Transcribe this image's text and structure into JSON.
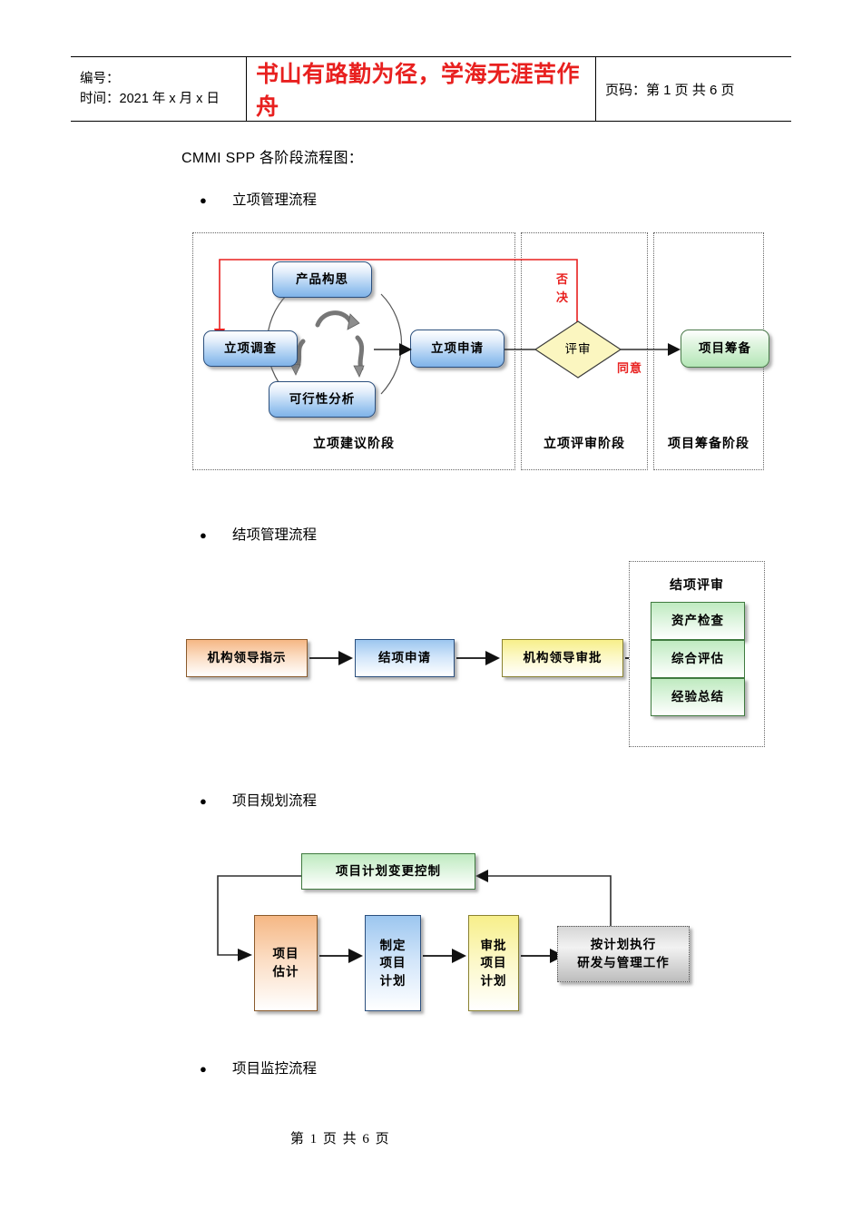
{
  "header": {
    "left_line1": "编号：",
    "left_line2": "时间：2021 年 x 月 x 日",
    "center_slogan": "书山有路勤为径，学海无涯苦作舟",
    "right_page": "页码：第 1 页  共 6 页"
  },
  "intro": "CMMI SPP 各阶段流程图：",
  "bullets": [
    {
      "marker": "●",
      "label": "立项管理流程"
    },
    {
      "marker": "●",
      "label": "结项管理流程"
    },
    {
      "marker": "●",
      "label": "项目规划流程"
    },
    {
      "marker": "●",
      "label": "项目监控流程"
    }
  ],
  "footer": "第 1 页 共 6 页",
  "diagram1": {
    "name": "立项管理流程",
    "nodes": {
      "product_idea": "产品构思",
      "project_survey": "立项调查",
      "feasibility": "可行性分析",
      "project_apply": "立项申请",
      "review": "评审",
      "prepare": "项目筹备"
    },
    "edge_labels": {
      "reject": "否\n决",
      "reject_line1": "否",
      "reject_line2": "决",
      "agree": "同意"
    },
    "stages": [
      "立项建议阶段",
      "立项评审阶段",
      "项目筹备阶段"
    ],
    "colors": {
      "reject_arrow": "#e8201f",
      "blue_fill": "#9ec7f0",
      "green_fill": "#b4e6b6",
      "diamond_fill": "#fbf6c0"
    }
  },
  "diagram2": {
    "name": "结项管理流程",
    "nodes": [
      "机构领导指示",
      "结项申请",
      "机构领导审批"
    ],
    "review_panel": {
      "title": "结项评审",
      "items": [
        "资产检查",
        "综合评估",
        "经验总结"
      ]
    }
  },
  "diagram3": {
    "name": "项目规划流程",
    "change_control": "项目计划变更控制",
    "nodes": [
      {
        "lines": [
          "项目",
          "估计"
        ]
      },
      {
        "lines": [
          "制定",
          "项目",
          "计划"
        ]
      },
      {
        "lines": [
          "审批",
          "项目",
          "计划"
        ]
      },
      {
        "lines": [
          "按计划执行",
          "研发与管理工作"
        ]
      }
    ]
  }
}
